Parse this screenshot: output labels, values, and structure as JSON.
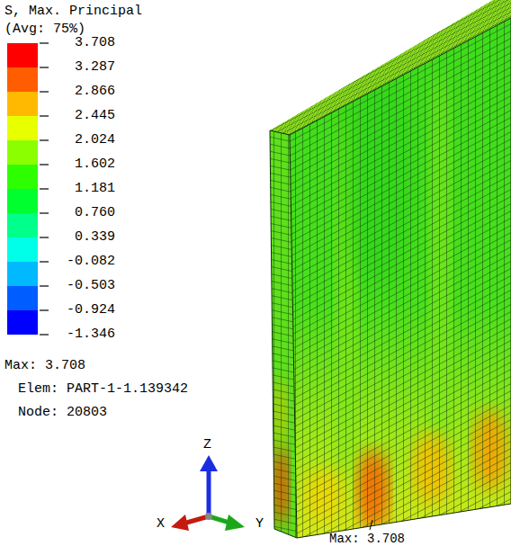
{
  "diagram": {
    "title": "S, Max. Principal",
    "labels": [
      "(Avg: 75%)",
      "-1.346",
      "Max: 3.708",
      "Elem: PART-1-1.139342",
      "Node: 20803",
      "Z",
      "X",
      "Y",
      "Max: 3.708"
    ],
    "legend": [
      {
        "text": "3.708",
        "color": "#ff0000"
      },
      {
        "text": "3.287",
        "color": "#ff5d00"
      },
      {
        "text": "2.866",
        "color": "#ffb900"
      },
      {
        "text": "2.445",
        "color": "#e8ff00"
      },
      {
        "text": "2.024",
        "color": "#8bff00"
      },
      {
        "text": "1.602",
        "color": "#2eff00"
      },
      {
        "text": "1.181",
        "color": "#00ff2e"
      },
      {
        "text": "0.760",
        "color": "#00ff8b"
      },
      {
        "text": "0.339",
        "color": "#00ffe8"
      },
      {
        "text": "-0.082",
        "color": "#00b9ff"
      },
      {
        "text": "-0.503",
        "color": "#005dff"
      },
      {
        "text": "-0.924",
        "color": "#0000ff"
      }
    ]
  }
}
